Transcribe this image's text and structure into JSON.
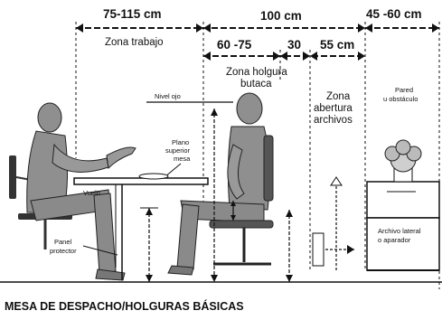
{
  "dimensions": {
    "top_75_115": "75-115 cm",
    "top_100": "100 cm",
    "top_45_60": "45 -60 cm",
    "mid_60_75": "60 -75",
    "mid_30": "30",
    "mid_55": "55 cm"
  },
  "zones": {
    "trabajo": "Zona trabajo",
    "holgura_line1": "Zona holgura",
    "holgura_line2": "butaca",
    "archivos_line1": "Zona",
    "archivos_line2": "abertura",
    "archivos_line3": "archivos"
  },
  "labels": {
    "nivel_ojo": "Nivel ojo",
    "plano_line1": "Plano",
    "plano_line2": "superior",
    "plano_line3": "mesa",
    "vuelo": "Vuelo",
    "panel_line1": "Panel",
    "panel_line2": "protector",
    "pared_line1": "Pared",
    "pared_line2": "u obstáculo",
    "archivo_line1": "Archivo lateral",
    "archivo_line2": "o aparador"
  },
  "caption": "MESA DE DESPACHO/HOLGURAS BÁSICAS"
}
